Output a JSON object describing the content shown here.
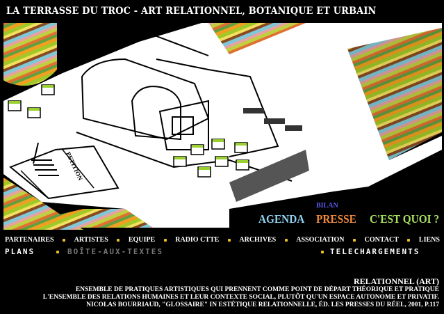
{
  "header": {
    "title": "LA TERRASSE DU TROC - ART RELATIONNEL, BOTANIQUE ET URBAIN"
  },
  "illustration": {
    "petition_label": "PETITION"
  },
  "feature_links": {
    "bilan": "BILAN",
    "agenda": "AGENDA",
    "presse": "PRESSE",
    "cest_quoi": "C'EST QUOI ?",
    "colors": {
      "bilan": "#5b5bf0",
      "agenda": "#8fd3f0",
      "presse": "#f08a3c",
      "cest_quoi": "#a8e060"
    }
  },
  "nav": {
    "items": [
      "PARTENAIRES",
      "ARTISTES",
      "EQUIPE",
      "RADIO CTTE",
      "ARCHIVES",
      "ASSOCIATION",
      "CONTACT",
      "LIENS"
    ],
    "plans": "PLANS",
    "boite": "BOÎTE-AUX-TEXTES",
    "telechargements": "TELECHARGEMENTS"
  },
  "quote": {
    "heading": "RELATIONNEL (ART)",
    "line1": "ENSEMBLE DE PRATIQUES ARTISTIQUES QUI PRENNENT COMME POINT DE DÉPART THÉORIQUE ET PRATIQUE",
    "line2": "L'ENSEMBLE DES RELATIONS HUMAINES ET LEUR CONTEXTE SOCIAL, PLUTÔT QU'UN ESPACE AUTONOME ET PRIVATIF.",
    "source": "NICOLAS BOURRIAUD, \"GLOSSAIRE\" IN ESTÉTIQUE RELATIONNELLE, ÉD. LES PRESSES DU RÉEL, 2001, P.117"
  }
}
